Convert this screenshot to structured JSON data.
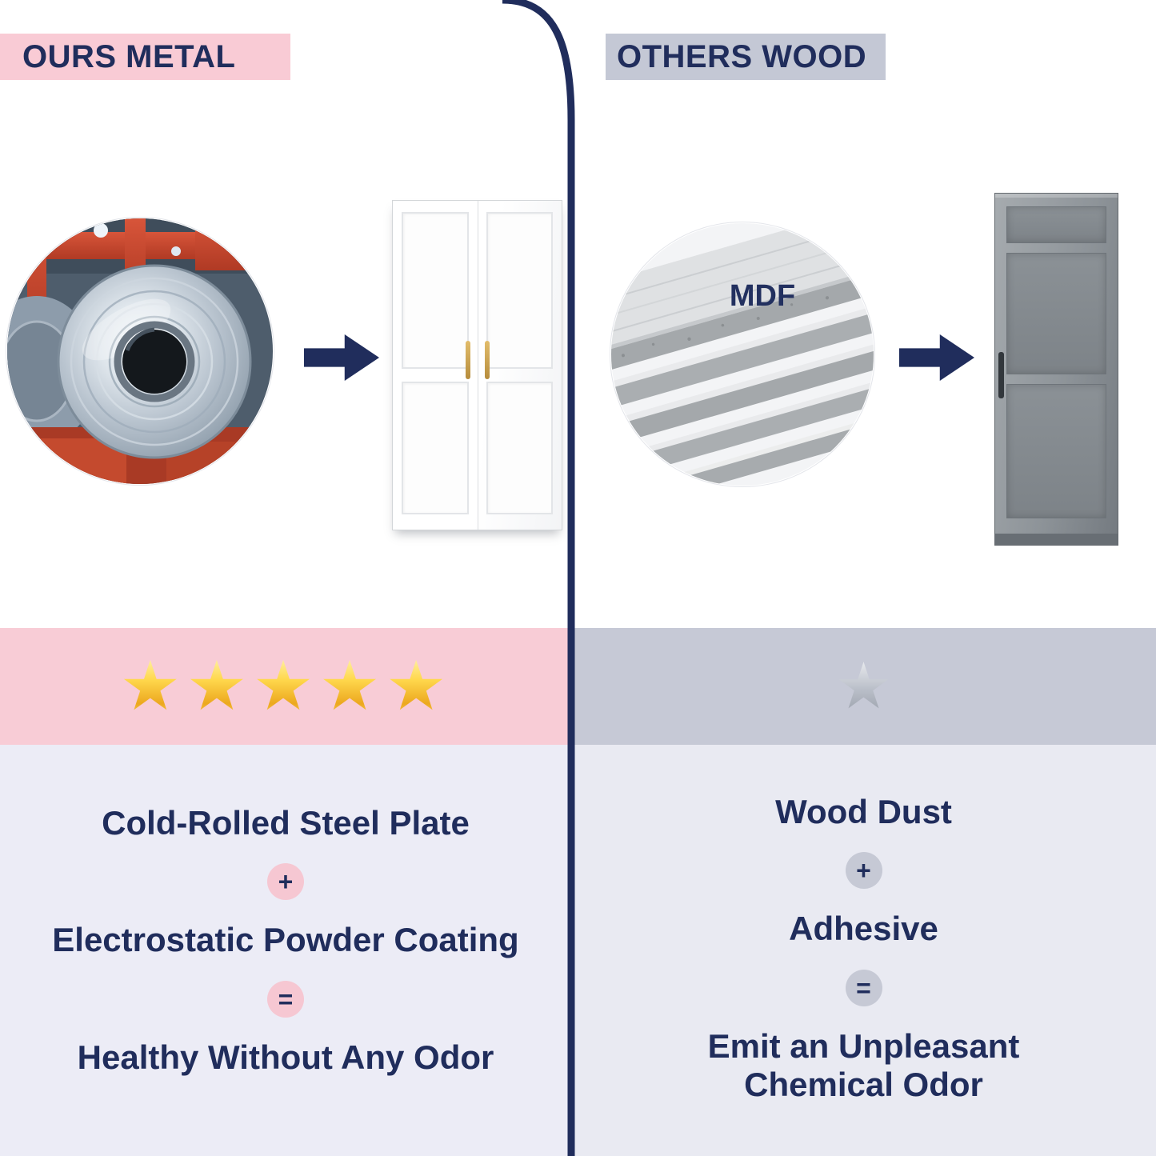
{
  "left": {
    "header": "OURS METAL",
    "stars": "★★★★★",
    "material_line": "Cold-Rolled Steel Plate",
    "plus_symbol": "+",
    "process_line": "Electrostatic Powder Coating",
    "equals_symbol": "=",
    "result_line": "Healthy Without Any Odor"
  },
  "right": {
    "header": "OTHERS WOOD",
    "star": "★",
    "mdf_label": "MDF",
    "material_line": "Wood Dust",
    "plus_symbol": "+",
    "process_line": "Adhesive",
    "equals_symbol": "=",
    "result_line": "Emit an Unpleasant Chemical Odor"
  },
  "colors": {
    "navy": "#202d5c",
    "pink_header": "#f9cbd5",
    "grey_header": "#c4c8d5",
    "pink_band": "#f8ccd6",
    "grey_band": "#c6c9d6",
    "lavender_left": "#ececf6",
    "lavender_right": "#e9eaf2",
    "gold_star": "#f5c93e",
    "silver_star": "#b4b9c3"
  }
}
